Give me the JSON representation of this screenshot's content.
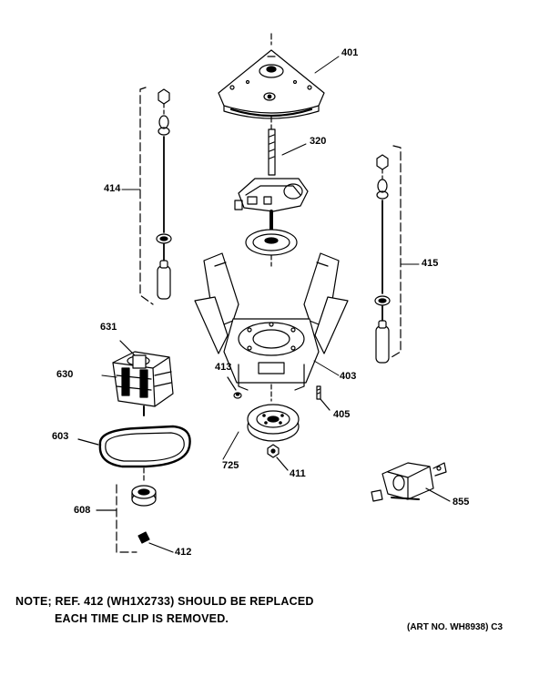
{
  "callouts": {
    "p401": "401",
    "p320": "320",
    "p414": "414",
    "p415": "415",
    "p631": "631",
    "p630": "630",
    "p413": "413",
    "p403": "403",
    "p405": "405",
    "p603": "603",
    "p725": "725",
    "p411": "411",
    "p608": "608",
    "p855": "855",
    "p412": "412"
  },
  "note": {
    "line1": "NOTE; REF. 412 (WH1X2733) SHOULD BE REPLACED",
    "line2": "EACH TIME CLIP IS REMOVED."
  },
  "art_number": "(ART NO. WH8938) C3"
}
